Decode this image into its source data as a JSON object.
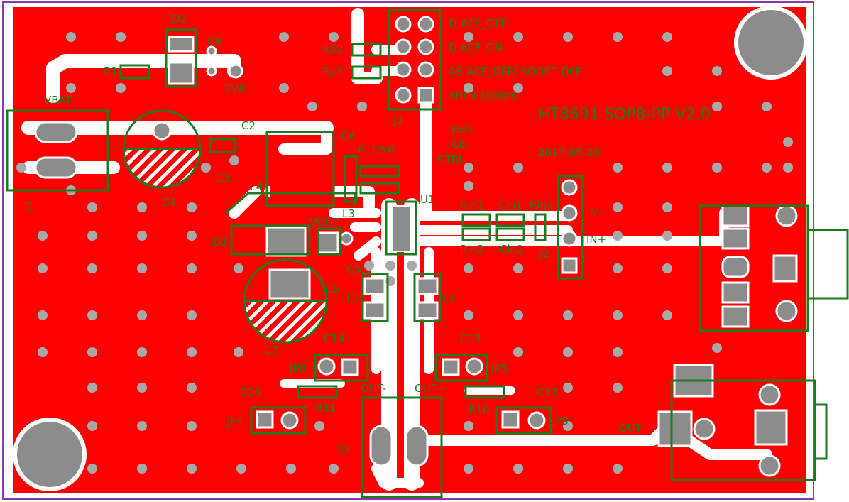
{
  "board": {
    "title": "HT8691 SOP8-PP V2.0",
    "date": "2017-05-20",
    "colors": {
      "copper": "#ff0000",
      "silkscreen": "#1f7a1f",
      "pad": "#8c8c8c",
      "clearance": "#ffffff",
      "outline": "#8a3aa8"
    }
  },
  "header_labels": {
    "d_acf_off": "D ACF_OFF",
    "d_acf_on": "D ACF_ON",
    "ab_acf_off": "AB ACF_OFF/ BOOST OFF",
    "shut_down": "SHUT DOWN"
  },
  "refdes": {
    "d2": "D2",
    "c9": "C9",
    "r1": "R1",
    "v2v4": "2V4",
    "vbat": "VBAT",
    "rp2": "Rp2",
    "rp3": "Rp3",
    "j3": "J3",
    "rd3": "Rd3",
    "c8": "C8",
    "ctrl": "CTRL",
    "j1": "J1",
    "c4": "C4",
    "c2": "C2",
    "c3": "C3",
    "l4": "L4",
    "cx": "Cx",
    "ry": "R",
    "cs": "C5",
    "rb": "R",
    "u1": "U1",
    "l3": "L3",
    "d1": "D1",
    "vout": "VOUT",
    "c6": "C6",
    "c5b": "C5",
    "c7": "C7",
    "rin1": "Rin1",
    "cin1": "Cin1",
    "rinx": "Rinx",
    "rin2": "Rin2",
    "cin2": "Cin2",
    "j2": "J2",
    "inm": "IN-",
    "inp": "IN+",
    "l2": "L2",
    "l1": "L1",
    "c14": "C14",
    "c13": "C13",
    "jp6": "JP6",
    "jp5": "JP5",
    "c16": "C16",
    "r11": "R11",
    "r10": "R10",
    "c17": "C17",
    "jp4": "JP4",
    "jp3": "JP3",
    "outm": "OUT-",
    "outp": "OUT+",
    "j5": "J5",
    "out": "OUT"
  }
}
